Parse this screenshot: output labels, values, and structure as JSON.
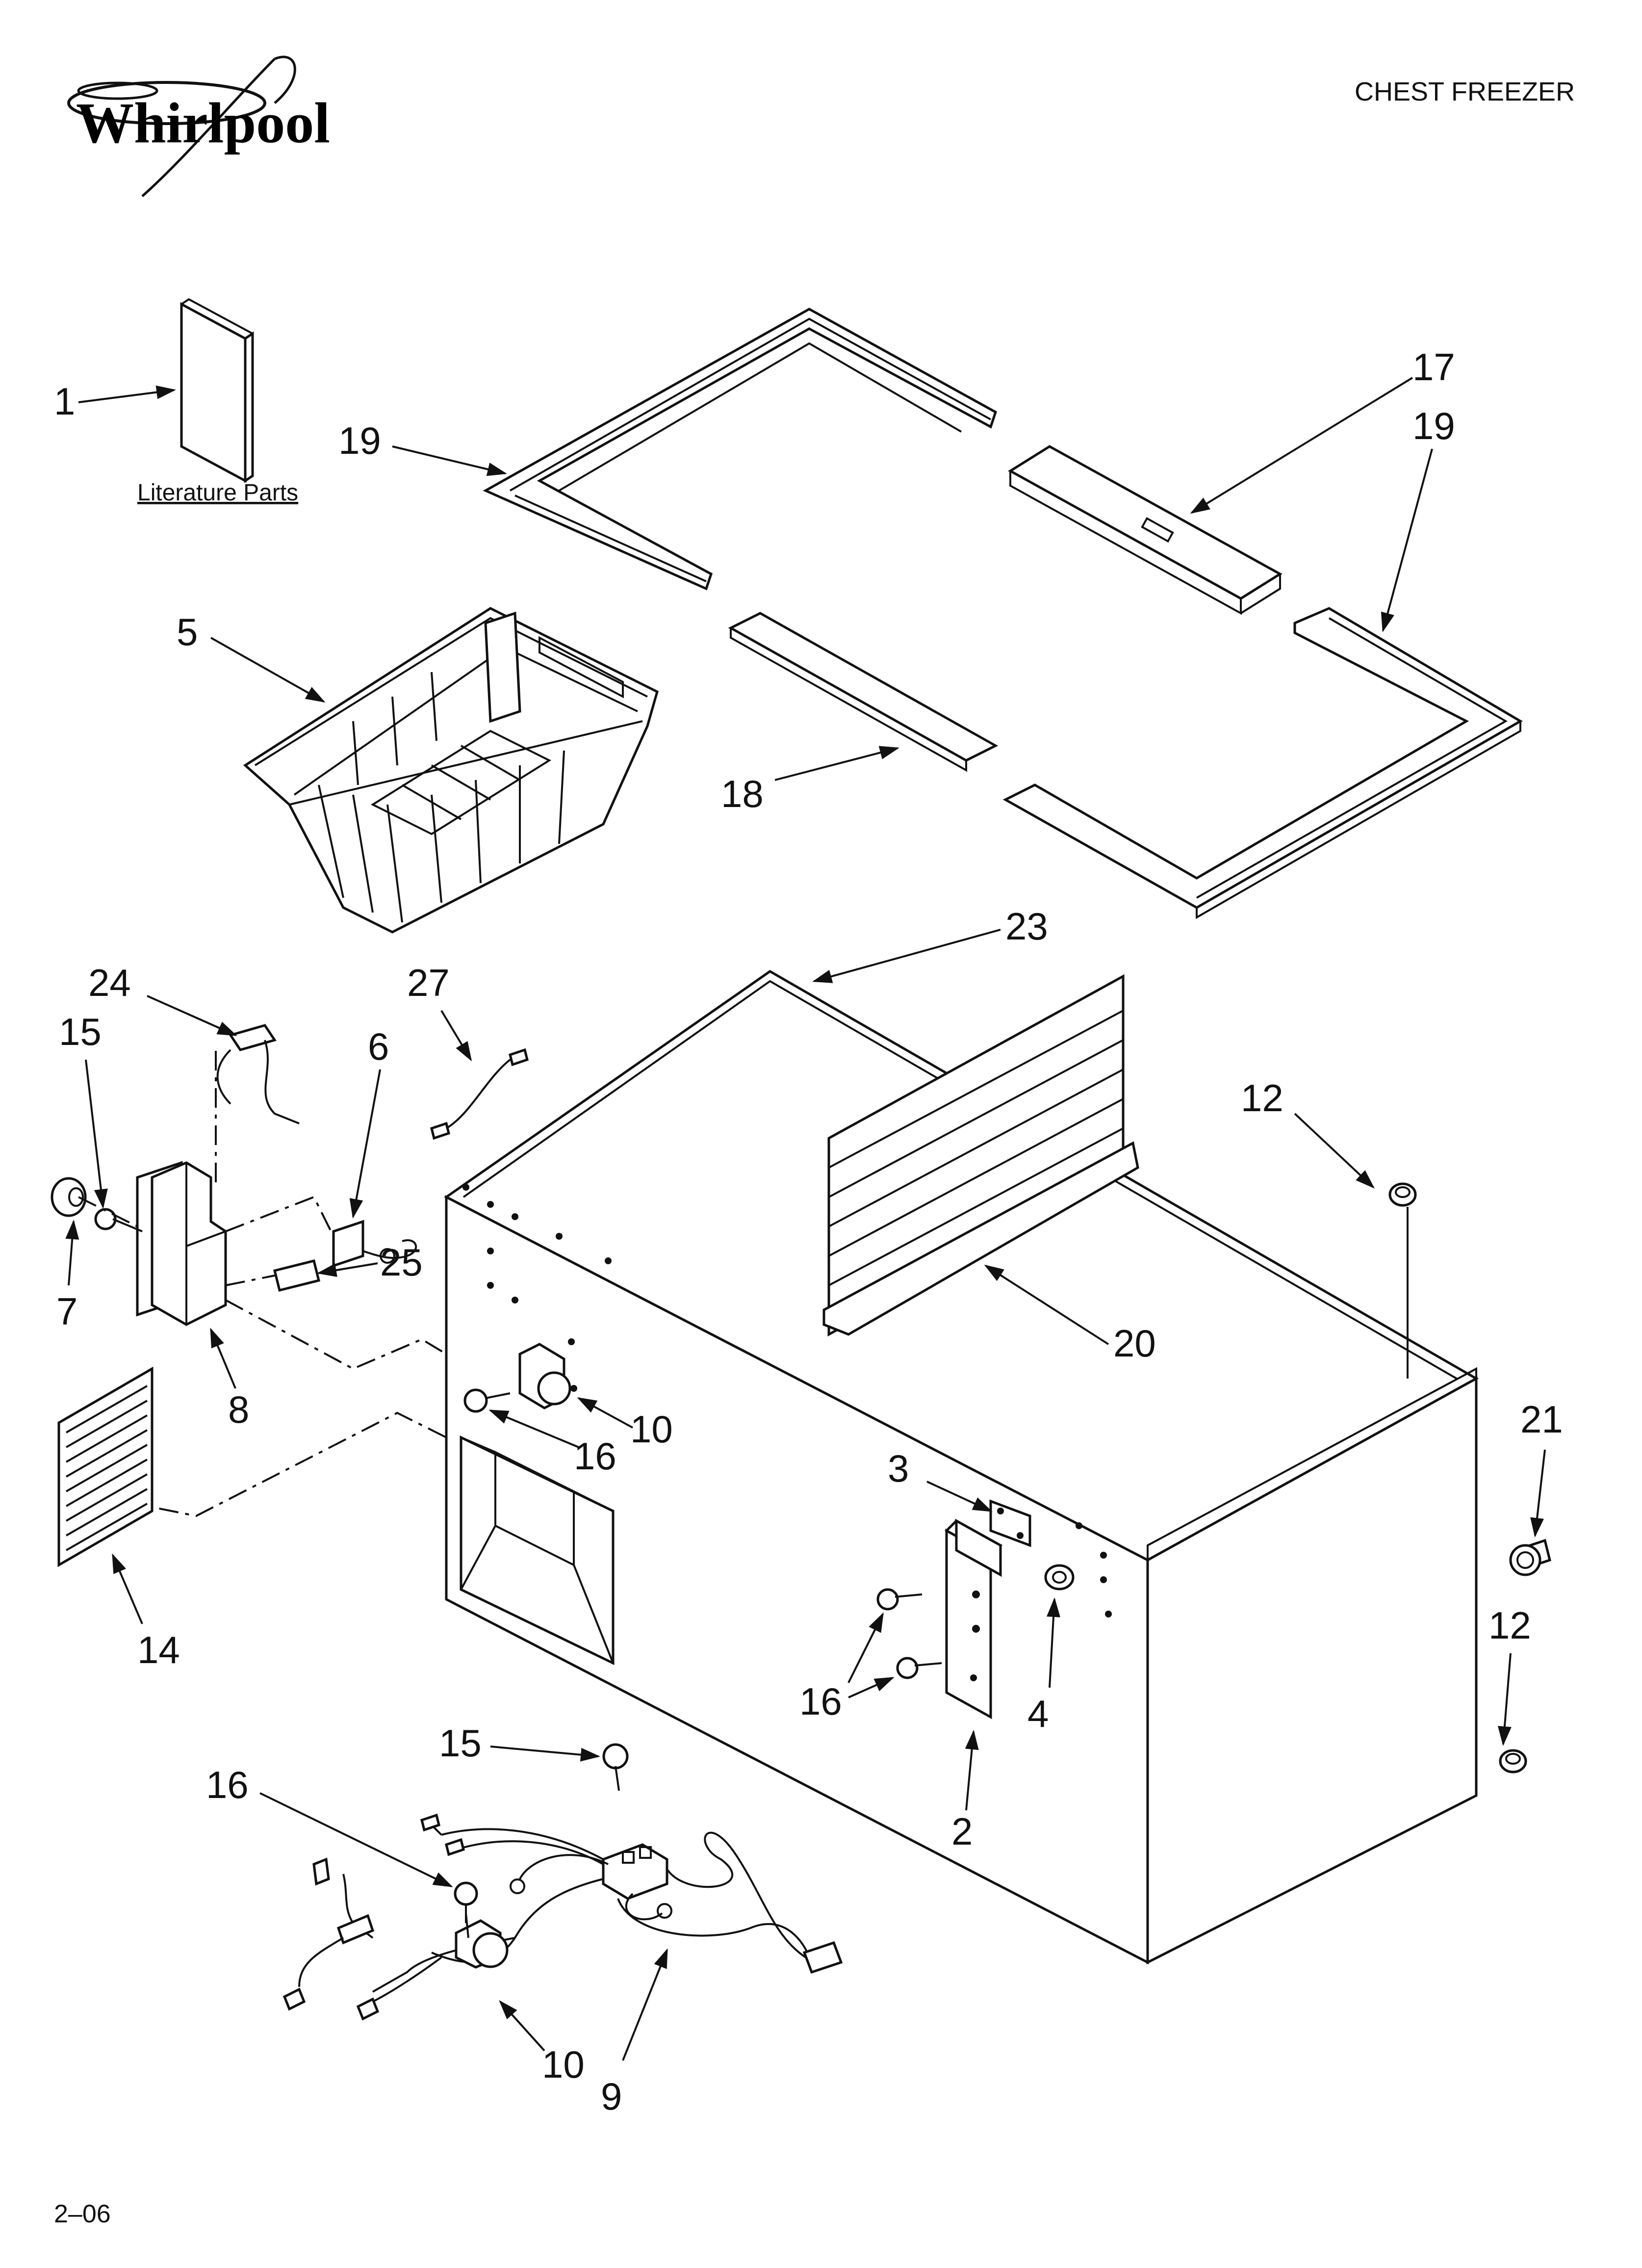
{
  "header": {
    "brand": "Whirlpool",
    "title": "CHEST FREEZER"
  },
  "literature_label": "Literature Parts",
  "footer": {
    "code": "2–06"
  },
  "callouts": {
    "c1": "1",
    "c2": "2",
    "c3": "3",
    "c4": "4",
    "c5": "5",
    "c6": "6",
    "c7": "7",
    "c8": "8",
    "c9": "9",
    "c10a": "10",
    "c10b": "10",
    "c12a": "12",
    "c12b": "12",
    "c14": "14",
    "c15a": "15",
    "c15b": "15",
    "c16a": "16",
    "c16b": "16",
    "c16c": "16",
    "c17": "17",
    "c18": "18",
    "c19a": "19",
    "c19b": "19",
    "c20": "20",
    "c21": "21",
    "c23": "23",
    "c24": "24",
    "c25": "25",
    "c27": "27"
  }
}
